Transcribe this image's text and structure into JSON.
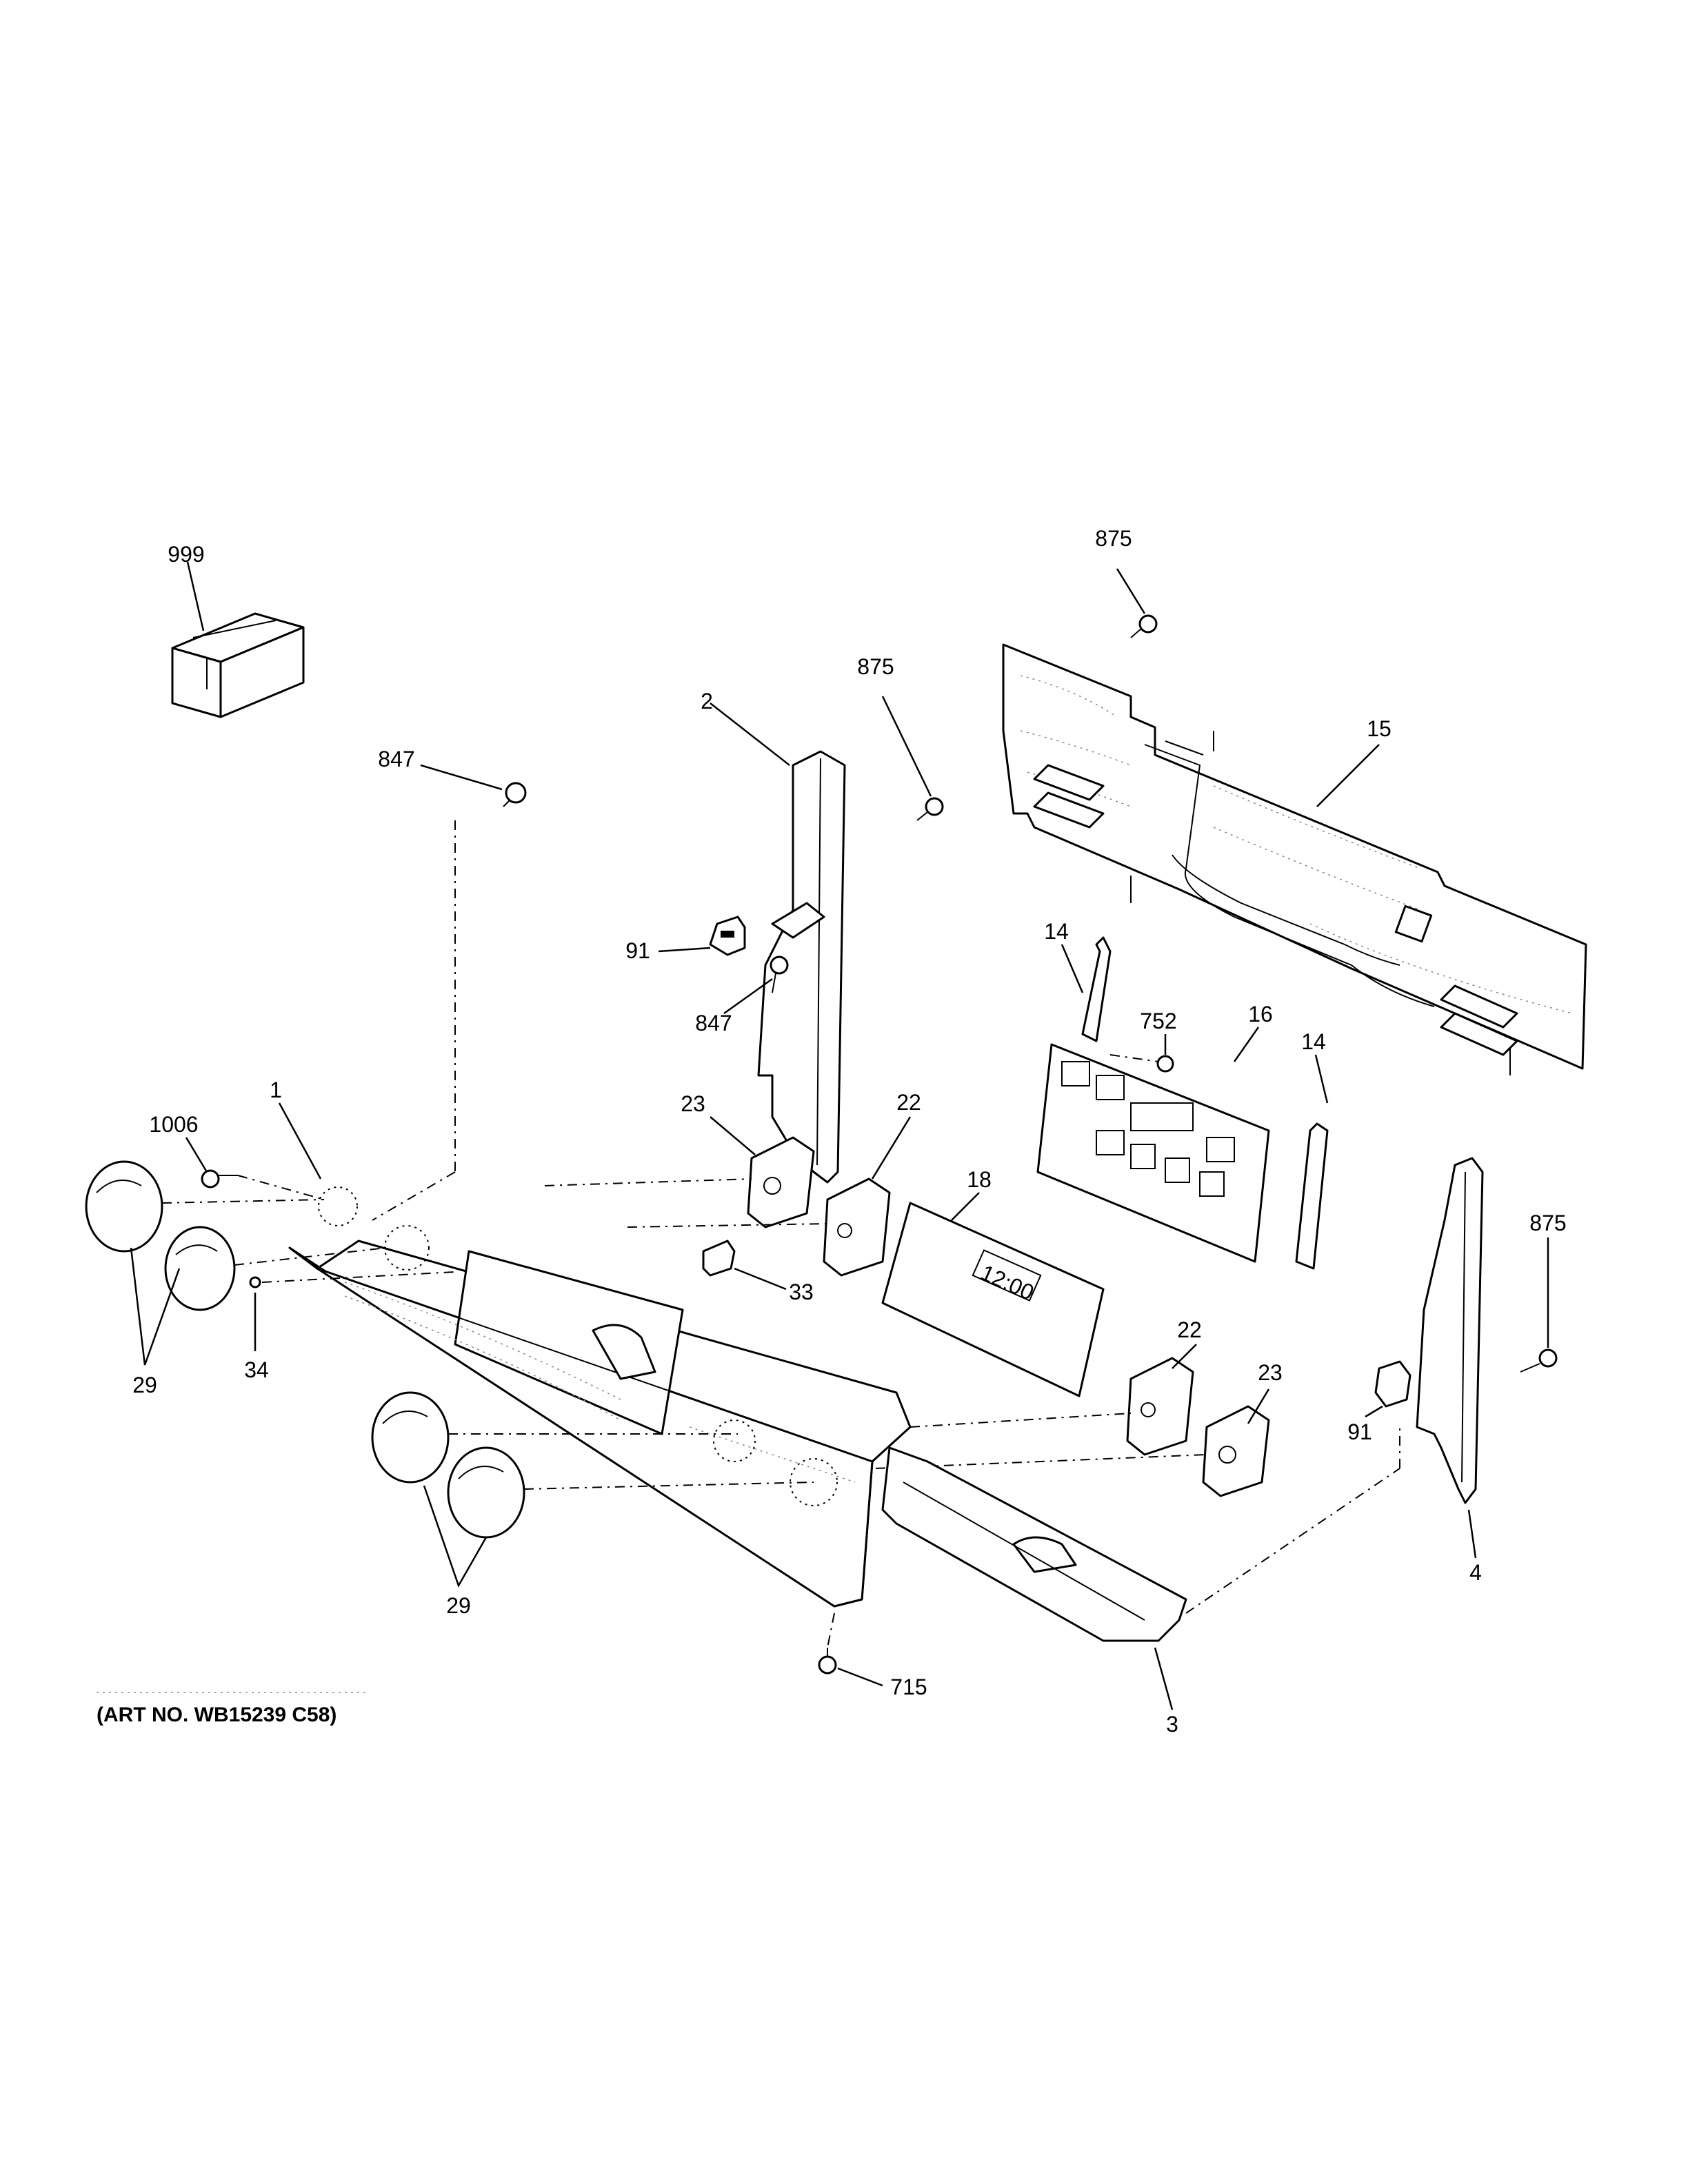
{
  "diagram": {
    "art_number": "(ART NO. WB15239 C58)",
    "display_time": "12:00",
    "callouts": {
      "p999": "999",
      "p847_top": "847",
      "p2": "2",
      "p875_mid": "875",
      "p875_top": "875",
      "p15": "15",
      "p91_left": "91",
      "p847_mid": "847",
      "p1": "1",
      "p1006": "1006",
      "p23_left": "23",
      "p22_left": "22",
      "p14_left": "14",
      "p752": "752",
      "p16": "16",
      "p14_right": "14",
      "p18": "18",
      "p33": "33",
      "p34": "34",
      "p29_left": "29",
      "p875_right": "875",
      "p22_right": "22",
      "p23_right": "23",
      "p91_right": "91",
      "p4": "4",
      "p29_bottom": "29",
      "p715": "715",
      "p3": "3"
    }
  }
}
